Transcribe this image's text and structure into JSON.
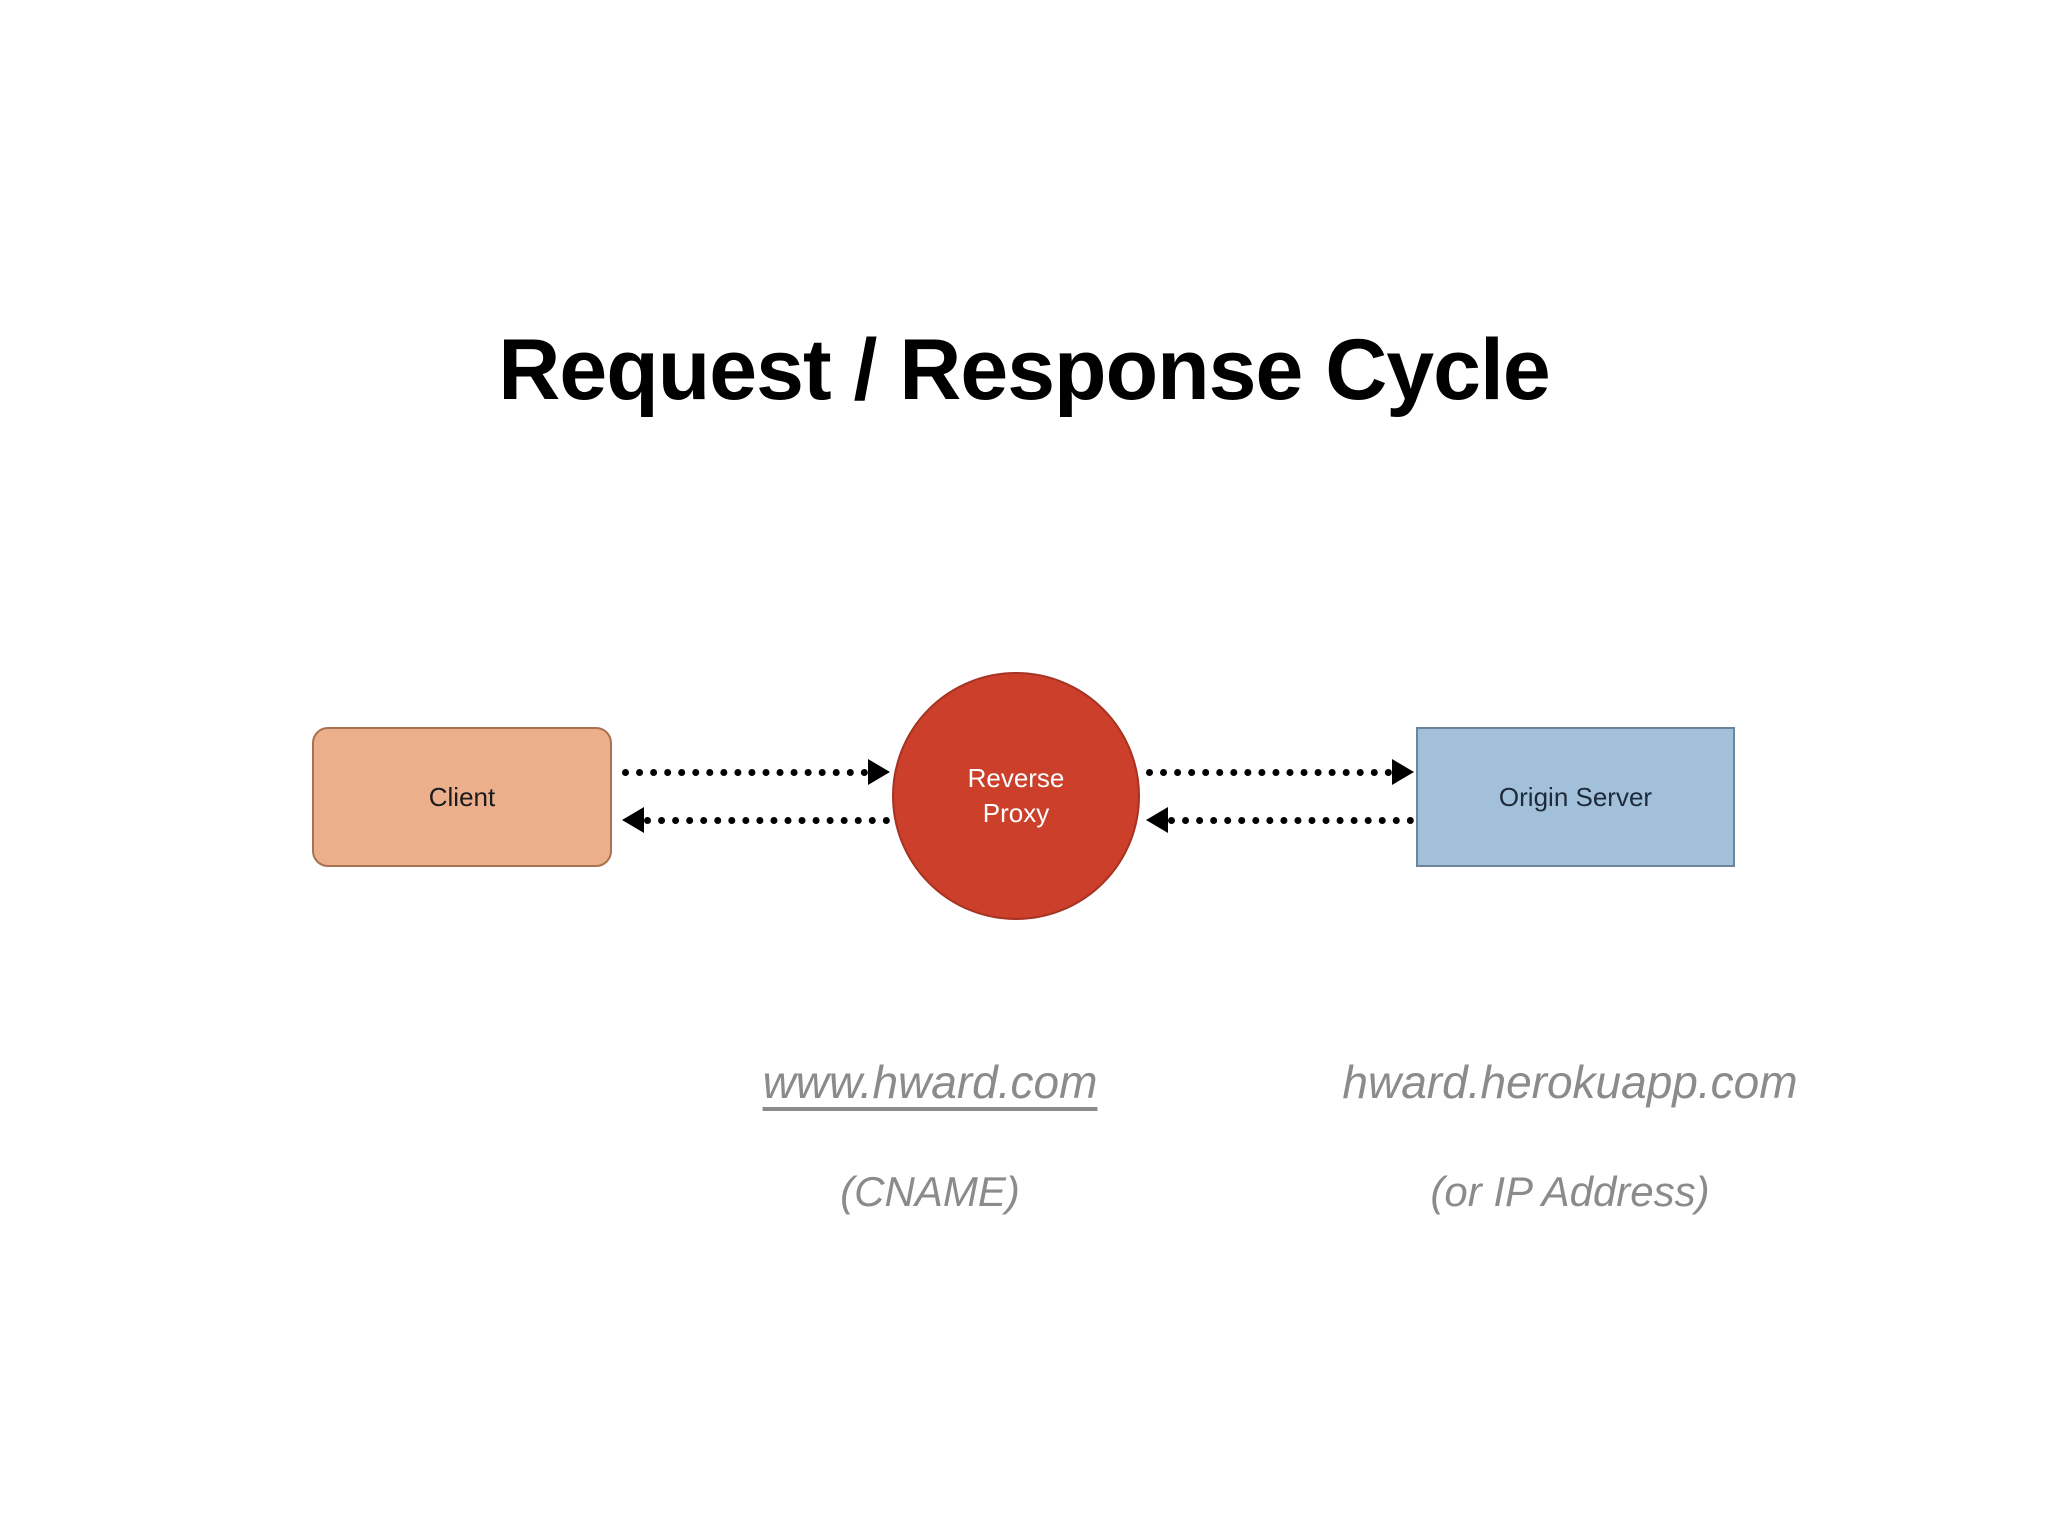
{
  "slide": {
    "title": "Request / Response Cycle",
    "background_color": "#FFFFFF"
  },
  "diagram": {
    "type": "network-flow",
    "nodes": [
      {
        "id": "client",
        "label": "Client",
        "shape": "rounded-rectangle",
        "fill": "#EBAF8C",
        "stroke": "#A9714F",
        "text_color": "#1B1B1B"
      },
      {
        "id": "reverse-proxy",
        "label_line1": "Reverse",
        "label_line2": "Proxy",
        "shape": "circle",
        "fill": "#CB3F2B",
        "stroke": "#A73322",
        "text_color": "#FFFFFF"
      },
      {
        "id": "origin-server",
        "label": "Origin Server",
        "shape": "rectangle",
        "fill": "#A3C0DA",
        "stroke": "#6E8599",
        "text_color": "#1D2A3A"
      }
    ],
    "connectors": [
      {
        "id": "client-to-proxy",
        "from": "client",
        "to": "reverse-proxy",
        "direction": "right",
        "style": "dotted",
        "color": "#000000"
      },
      {
        "id": "proxy-to-client",
        "from": "reverse-proxy",
        "to": "client",
        "direction": "left",
        "style": "dotted",
        "color": "#000000"
      },
      {
        "id": "proxy-to-origin",
        "from": "reverse-proxy",
        "to": "origin-server",
        "direction": "right",
        "style": "dotted",
        "color": "#000000"
      },
      {
        "id": "origin-to-proxy",
        "from": "origin-server",
        "to": "reverse-proxy",
        "direction": "left",
        "style": "dotted",
        "color": "#000000"
      }
    ]
  },
  "annotations": {
    "proxy_domain": "www.hward.com",
    "proxy_domain_note": "(CNAME)",
    "origin_domain": "hward.herokuapp.com",
    "origin_domain_note": "(or IP Address)",
    "text_color": "#8B8B8B"
  }
}
